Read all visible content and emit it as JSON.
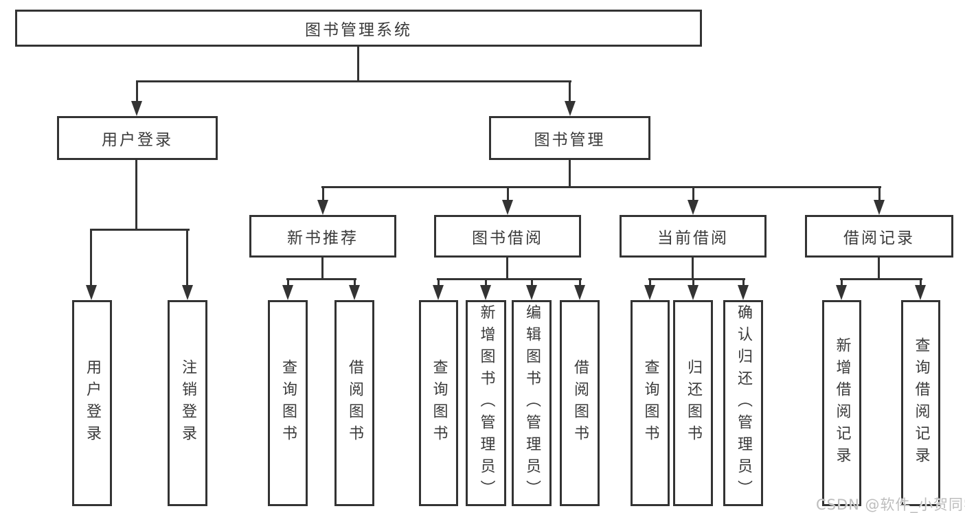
{
  "diagram": {
    "title": "图书管理系统",
    "nodes": {
      "root": {
        "label": "图书管理系统"
      },
      "user_login": {
        "label": "用户登录"
      },
      "book_management": {
        "label": "图书管理"
      },
      "new_book_rec": {
        "label": "新书推荐"
      },
      "book_borrow": {
        "label": "图书借阅"
      },
      "current_borrow": {
        "label": "当前借阅"
      },
      "borrow_records": {
        "label": "借阅记录"
      },
      "leaf_user_login": {
        "label": "用户登录"
      },
      "leaf_logout": {
        "label": "注销登录"
      },
      "leaf_nb_query": {
        "label": "查询图书"
      },
      "leaf_nb_borrow": {
        "label": "借阅图书"
      },
      "leaf_bb_query": {
        "label": "查询图书"
      },
      "leaf_bb_add": {
        "label": "新增图书（管理员）"
      },
      "leaf_bb_edit": {
        "label": "编辑图书（管理员）"
      },
      "leaf_bb_borrow": {
        "label": "借阅图书"
      },
      "leaf_cb_query": {
        "label": "查询图书"
      },
      "leaf_cb_return": {
        "label": "归还图书"
      },
      "leaf_cb_confirm": {
        "label": "确认归还（管理员）"
      },
      "leaf_br_add": {
        "label": "新增借阅记录"
      },
      "leaf_br_query": {
        "label": "查询借阅记录"
      }
    },
    "edges": [
      [
        "图书管理系统",
        "用户登录"
      ],
      [
        "图书管理系统",
        "图书管理"
      ],
      [
        "用户登录",
        "用户登录"
      ],
      [
        "用户登录",
        "注销登录"
      ],
      [
        "图书管理",
        "新书推荐"
      ],
      [
        "图书管理",
        "图书借阅"
      ],
      [
        "图书管理",
        "当前借阅"
      ],
      [
        "图书管理",
        "借阅记录"
      ],
      [
        "新书推荐",
        "查询图书"
      ],
      [
        "新书推荐",
        "借阅图书"
      ],
      [
        "图书借阅",
        "查询图书"
      ],
      [
        "图书借阅",
        "新增图书（管理员）"
      ],
      [
        "图书借阅",
        "编辑图书（管理员）"
      ],
      [
        "图书借阅",
        "借阅图书"
      ],
      [
        "当前借阅",
        "查询图书"
      ],
      [
        "当前借阅",
        "归还图书"
      ],
      [
        "当前借阅",
        "确认归还（管理员）"
      ],
      [
        "借阅记录",
        "新增借阅记录"
      ],
      [
        "借阅记录",
        "查询借阅记录"
      ]
    ],
    "colors": {
      "line": "#333333",
      "text": "#3a3a3a",
      "background": "#ffffff",
      "watermark": "#bdbdbd"
    }
  },
  "watermark": {
    "text": "CSDN @软件_小贺同学"
  }
}
